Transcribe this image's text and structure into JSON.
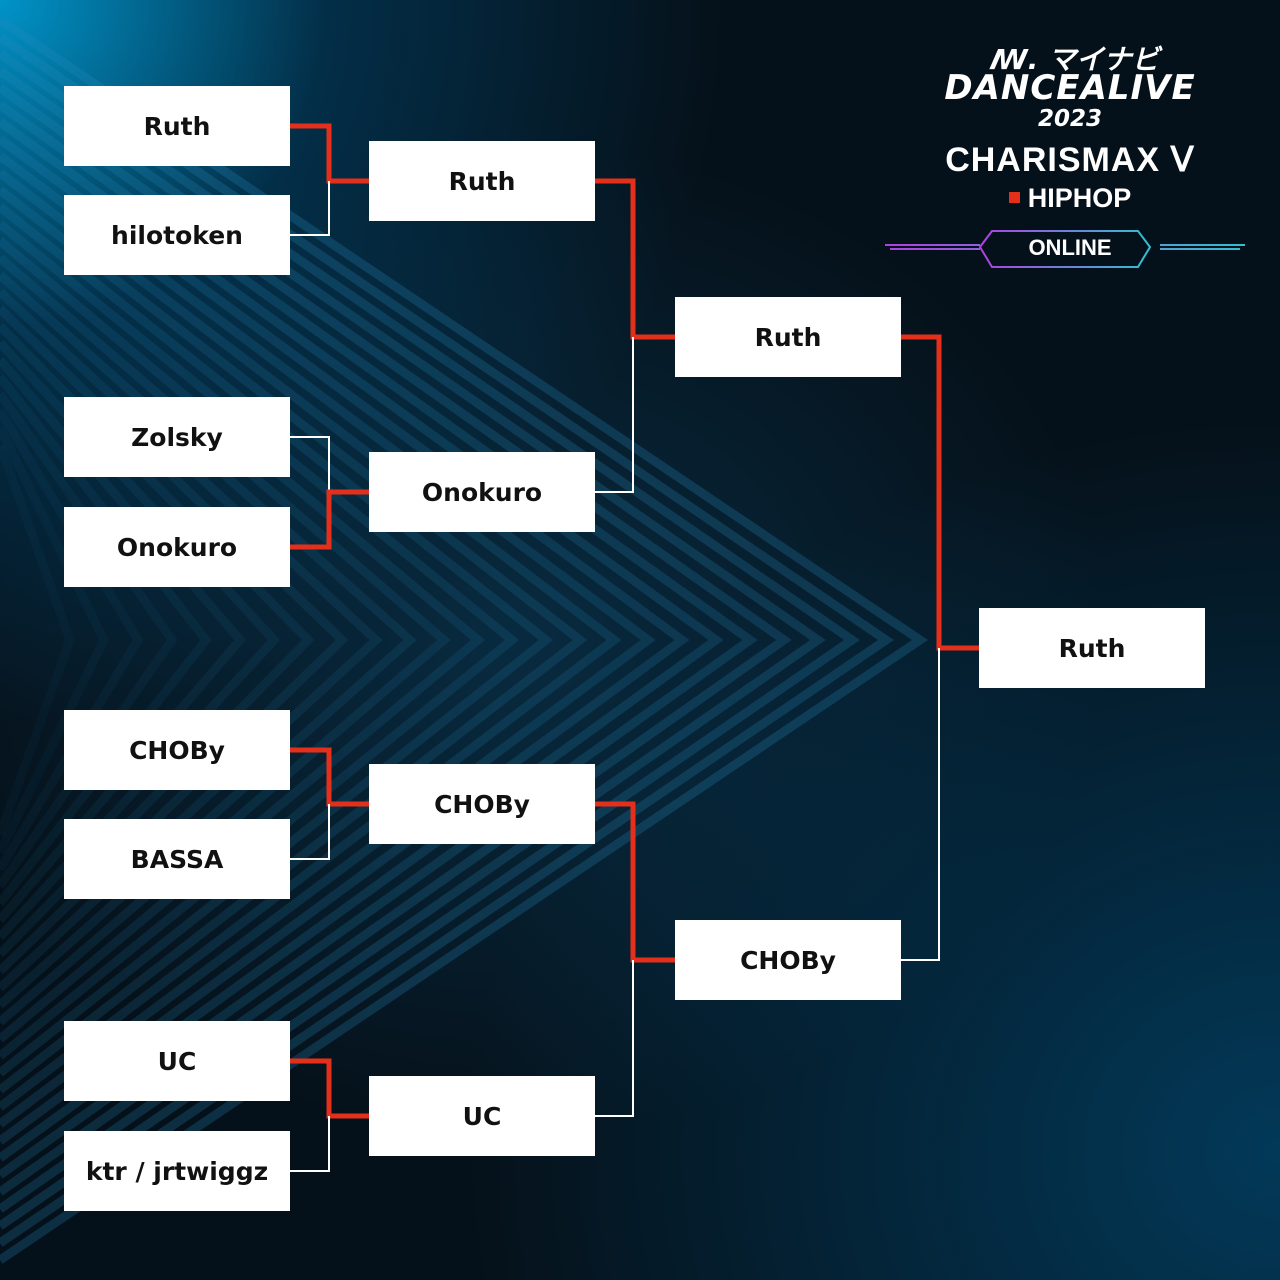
{
  "logo": {
    "brand": "ﾏｲﾅﾋﾞ",
    "brand_full": "マイナビ",
    "title": "DANCEALIVE",
    "year": "2023",
    "event": "CHARISMAX Ⅴ",
    "category": "HIPHOP",
    "mode": "ONLINE"
  },
  "colors": {
    "winner_line": "#e4301b",
    "loser_line": "#ffffff",
    "accent": "#e4301b"
  },
  "rounds": [
    [
      "Ruth",
      "hilotoken",
      "Zolsky",
      "Onokuro",
      "CHOBy",
      "BASSA",
      "UC",
      "ktr / jrtwiggz"
    ],
    [
      "Ruth",
      "Onokuro",
      "CHOBy",
      "UC"
    ],
    [
      "Ruth",
      "CHOBy"
    ],
    [
      "Ruth"
    ]
  ],
  "winners": [
    [
      0,
      1,
      0,
      0
    ],
    [
      0,
      0
    ],
    [
      0
    ]
  ]
}
